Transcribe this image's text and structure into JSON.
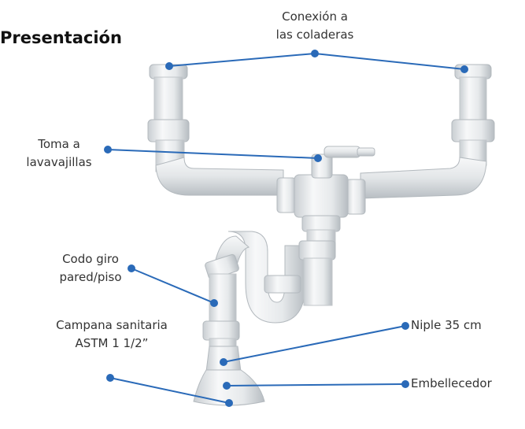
{
  "title": "Presentación",
  "accent_color": "#2a6ab8",
  "labels": {
    "conexion": {
      "line1": "Conexión a",
      "line2": "las coladeras"
    },
    "toma": {
      "line1": "Toma a",
      "line2": "lavavajillas"
    },
    "codo": {
      "line1": "Codo giro",
      "line2": "pared/piso"
    },
    "campana": {
      "line1": "Campana sanitaria",
      "line2": "ASTM 1 1/2”"
    },
    "niple": {
      "line1": "Niple 35 cm"
    },
    "embellecedor": {
      "line1": "Embellecedor"
    }
  }
}
